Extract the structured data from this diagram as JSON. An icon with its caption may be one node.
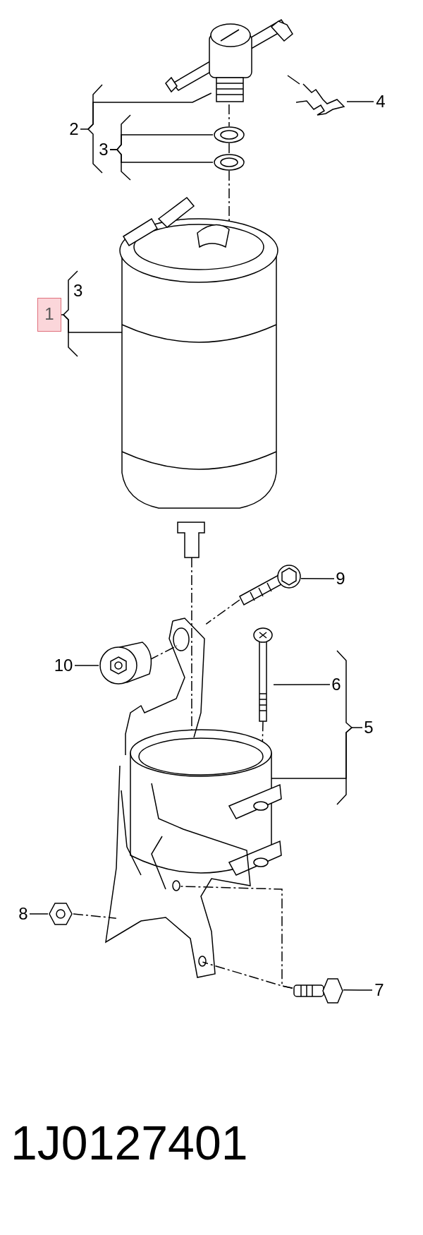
{
  "diagram": {
    "nodes": [
      {
        "text": [
          "4"
        ]
      },
      {
        "text": [],
        "shape": "picture"
      },
      {
        "text": [
          "2"
        ]
      },
      {
        "text": [],
        "shape": "picture"
      },
      {
        "text": [
          "3"
        ]
      },
      {
        "text": [],
        "shape": "picture"
      },
      {
        "text": [],
        "shape": "picture"
      },
      {
        "text": [
          "1"
        ]
      },
      {
        "text": [],
        "shape": "picture"
      },
      {
        "text": [
          "9"
        ]
      },
      {
        "text": [],
        "shape": "picture"
      },
      {
        "text": [
          "10"
        ]
      },
      {
        "text": [],
        "shape": "picture"
      },
      {
        "text": [
          "6"
        ]
      },
      {
        "text": [],
        "shape": "picture"
      },
      {
        "text": [
          "5"
        ]
      },
      {
        "text": [],
        "shape": "picture"
      },
      {
        "text": [
          "8"
        ]
      },
      {
        "text": [],
        "shape": "picture"
      },
      {
        "text": [
          "7"
        ]
      },
      {
        "text": [],
        "shape": "picture"
      },
      {
        "text": [],
        "shape": "picture"
      }
    ],
    "edges": [
      {
        "from": 0,
        "to": 1,
        "arrow": "none"
      },
      {
        "from": 2,
        "to": 3,
        "arrow": "none"
      },
      {
        "from": 4,
        "to": 5,
        "arrow": "none"
      },
      {
        "from": 4,
        "to": 6,
        "arrow": "none"
      },
      {
        "from": 7,
        "to": 8,
        "arrow": "none"
      },
      {
        "from": 9,
        "to": 10,
        "arrow": "none"
      },
      {
        "from": 11,
        "to": 12,
        "arrow": "none"
      },
      {
        "from": 13,
        "to": 14,
        "arrow": "none"
      },
      {
        "from": 15,
        "to": 16,
        "arrow": "none"
      },
      {
        "from": 17,
        "to": 18,
        "arrow": "none"
      },
      {
        "from": 19,
        "to": 20,
        "arrow": "none"
      },
      {
        "from": 3,
        "to": 5,
        "arrow": "none",
        "style": "dashed"
      },
      {
        "from": 5,
        "to": 6,
        "arrow": "none",
        "style": "dashed"
      },
      {
        "from": 6,
        "to": 8,
        "arrow": "none",
        "style": "dashed"
      },
      {
        "from": 8,
        "to": 16,
        "arrow": "none",
        "style": "dashed"
      },
      {
        "from": 10,
        "to": 21,
        "arrow": "none",
        "style": "dashed"
      },
      {
        "from": 12,
        "to": 21,
        "arrow": "none",
        "style": "dashed"
      },
      {
        "from": 14,
        "to": 16,
        "arrow": "none",
        "style": "dashed"
      },
      {
        "from": 18,
        "to": 21,
        "arrow": "none",
        "style": "dashed"
      },
      {
        "from": 20,
        "to": 21,
        "arrow": "none",
        "style": "dashed"
      },
      {
        "from": 20,
        "to": 21,
        "arrow": "none",
        "style": "dashed"
      }
    ],
    "labels": [
      "3",
      "1J0127401"
    ]
  }
}
